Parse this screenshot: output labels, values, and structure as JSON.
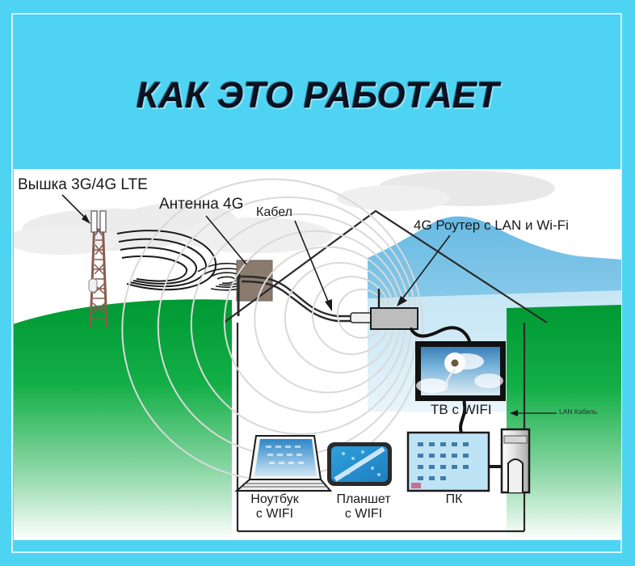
{
  "page": {
    "title": "КАК ЭТО РАБОТАЕТ",
    "background_color": "#4FD3F2",
    "panel_color": "#FFFFFF"
  },
  "diagram": {
    "type": "network-topology-illustration",
    "labels": {
      "tower": "Вышка 3G/4G LTE",
      "antenna": "Антенна 4G",
      "cable": "Кабел",
      "router": "4G Роутер с LAN и Wi-Fi",
      "tv": "ТВ с WIFI",
      "lan_cable": "LAN Кабель",
      "laptop": "Ноутбук\nс WIFI",
      "tablet": "Планшет\nс WIFI",
      "pc": "ПК"
    },
    "colors": {
      "sky": "#FFFFFF",
      "grass": "#0AA33C",
      "mountain": "#66B8E0",
      "cloud": "#E8E8E8",
      "tower": "#C08A7A",
      "antenna_box": "#8B7B6E",
      "router_box": "#BFBFBF",
      "wifi_wave": "#D8D8D8",
      "outline": "#1A1A1A",
      "tv_screen": "#2F6FA8",
      "laptop_screen": "#2E86C8",
      "tablet_screen": "#2EA0DE",
      "pc_screen": "#BEE3F5"
    }
  }
}
